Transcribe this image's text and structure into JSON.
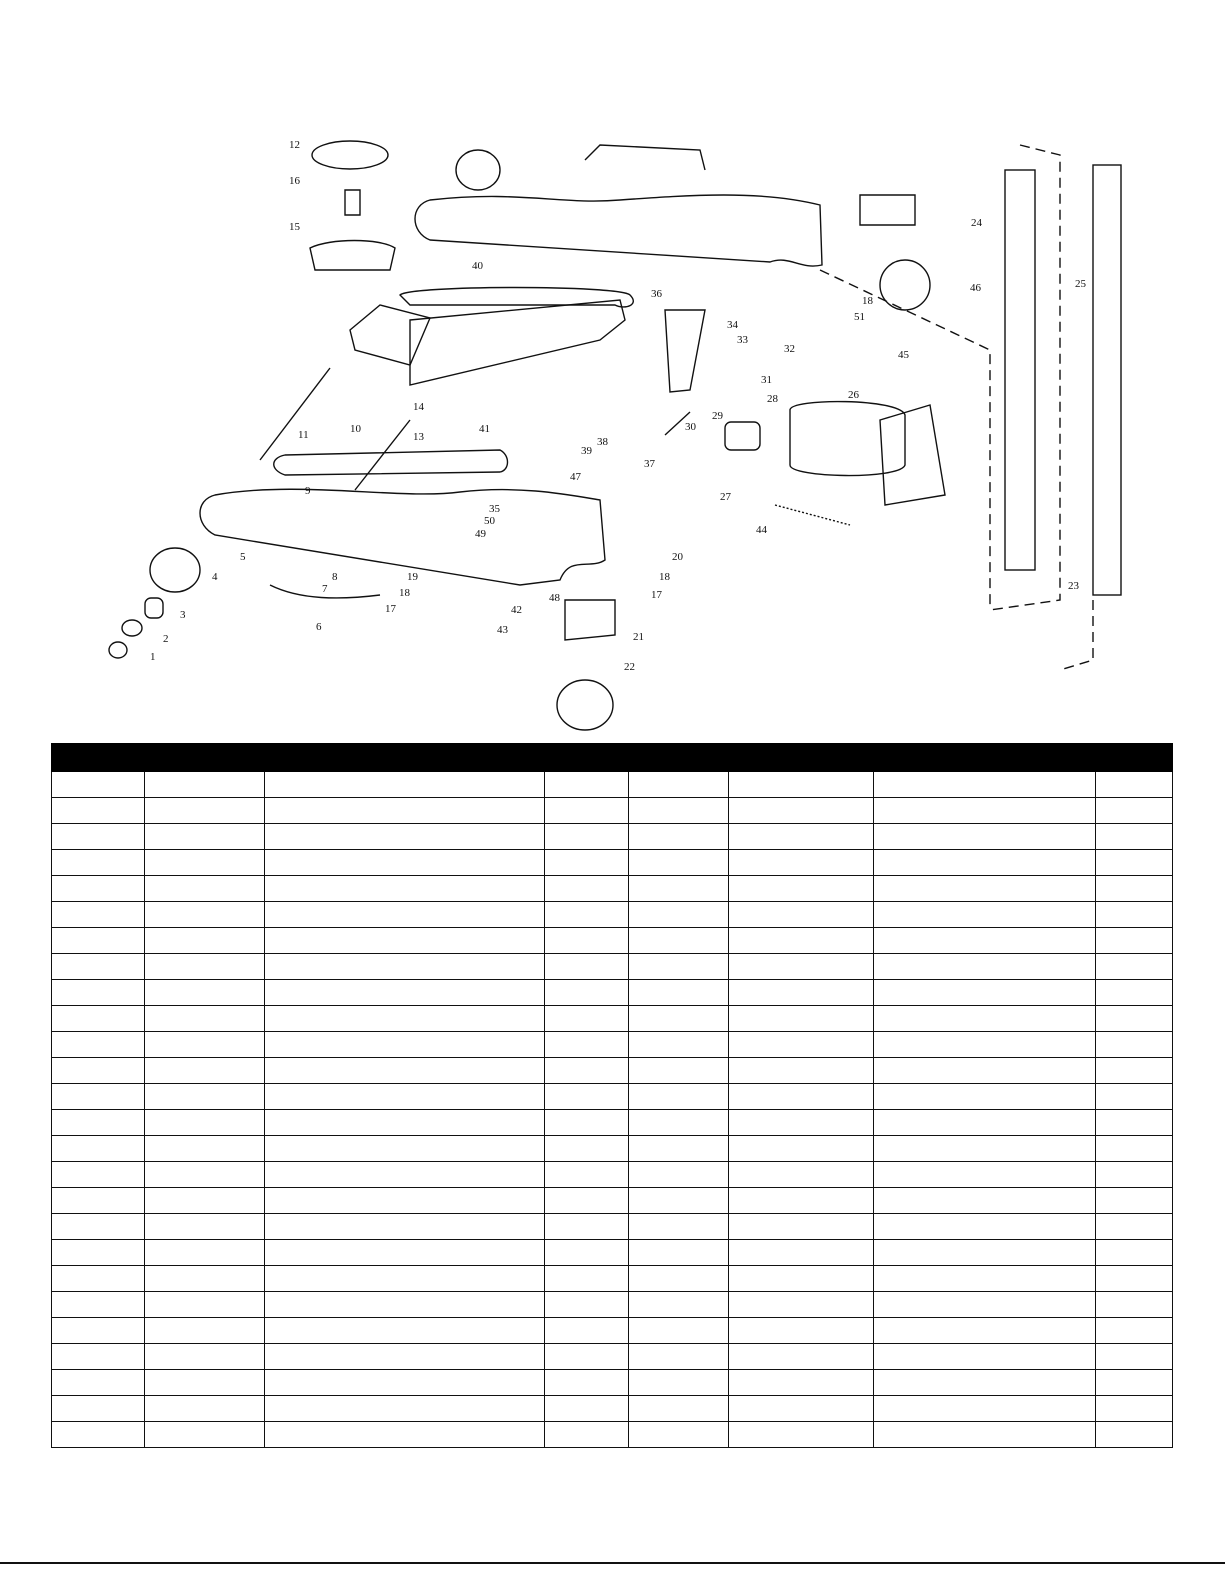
{
  "diagram": {
    "part_numbers": [
      "1",
      "2",
      "3",
      "4",
      "5",
      "6",
      "7",
      "8",
      "9",
      "10",
      "11",
      "12",
      "13",
      "14",
      "15",
      "16",
      "17",
      "17",
      "18",
      "18",
      "18",
      "19",
      "20",
      "21",
      "22",
      "23",
      "24",
      "25",
      "26",
      "27",
      "28",
      "29",
      "30",
      "31",
      "32",
      "33",
      "34",
      "35",
      "36",
      "37",
      "38",
      "39",
      "40",
      "41",
      "42",
      "43",
      "44",
      "45",
      "46",
      "47",
      "48",
      "49",
      "50",
      "51"
    ]
  },
  "parts_table": {
    "columns": 8,
    "row_count": 26,
    "header_cells": [
      "",
      "",
      "",
      "",
      "",
      "",
      "",
      ""
    ],
    "rows": []
  },
  "colors": {
    "line": "#111111",
    "header_fill": "#000000",
    "background": "#ffffff"
  }
}
